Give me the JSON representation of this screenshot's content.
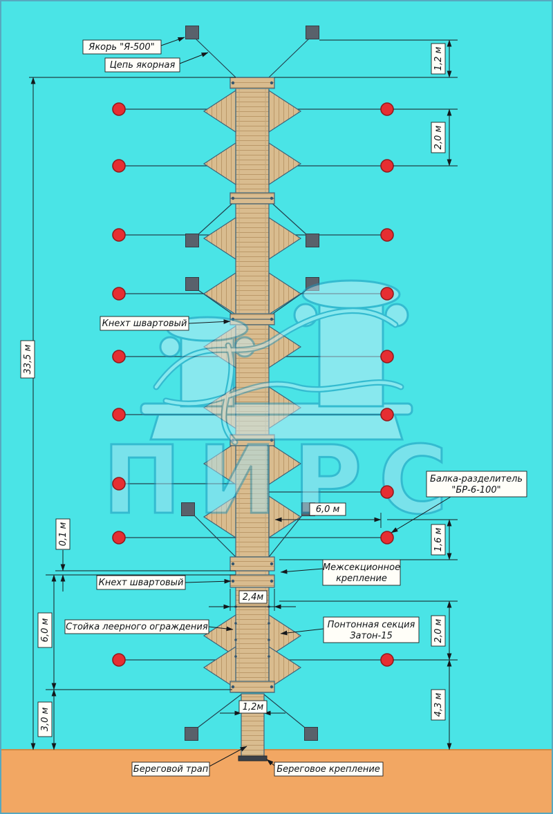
{
  "watermark": {
    "text": "ПИРС"
  },
  "callouts": {
    "anchor": "Якорь \"Я-500\"",
    "anchor_chain": "Цепь якорная",
    "mooring_bollard_upper": "Кнехт швартовый",
    "divider_beam_line1": "Балка-разделитель",
    "divider_beam_line2": "\"БР-6-100\"",
    "intersection_mount_line1": "Межсекционное",
    "intersection_mount_line2": "крепление",
    "mooring_bollard_lower": "Кнехт швартовый",
    "railing_post": "Стойка леерного ограждения",
    "pontoon_section_line1": "Понтонная секция",
    "pontoon_section_line2": "Затон-15",
    "shore_gangway": "Береговой трап",
    "shore_mount": "Береговое крепление"
  },
  "dimensions": {
    "overall_length": "33,5 м",
    "anchor_offset_top": "1,2 м",
    "buoy_spacing_right": "2,0 м",
    "divider_beam_length": "6,0 м",
    "section_to_buoy_right": "1,6 м",
    "joint_gap_left": "0,1 м",
    "walkway_width": "2,4м",
    "section_length_left": "6,0 м",
    "section_length_right": "2,0 м",
    "shore_span_left": "3,0 м",
    "shore_span_right": "4,3 м",
    "gangway_width": "1,2м"
  },
  "colors": {
    "water": "#4ae4e6",
    "shore": "#f2a763",
    "deck_wood": "#d9bc8f",
    "mooring_buoy": "#e62e32",
    "anchor_block": "#59616b",
    "watermark_blue": "#1f93bc"
  }
}
